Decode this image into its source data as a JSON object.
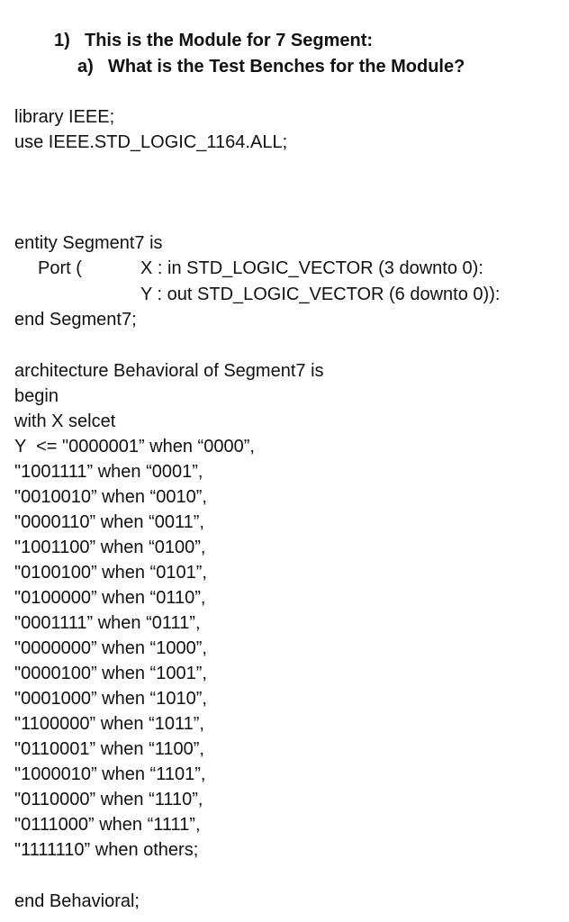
{
  "question": {
    "number": "1)",
    "title": "This is the Module for 7 Segment:",
    "sub_letter": "a)",
    "sub_title": "What is the Test Benches for the Module?"
  },
  "code": {
    "library": "library IEEE;",
    "use": "use IEEE.STD_LOGIC_1164.ALL;",
    "entity_open": "entity Segment7 is",
    "port_label": "Port (",
    "port_x": "X : in STD_LOGIC_VECTOR (3 downto 0):",
    "port_y": "Y : out STD_LOGIC_VECTOR (6 downto 0)):",
    "entity_close": "end Segment7;",
    "arch_open": "architecture Behavioral of Segment7 is",
    "begin": "begin",
    "with_select": "with X selcet",
    "assign_lines": [
      "Y  <= \"0000001” when “0000”,",
      "\"1001111” when “0001”,",
      "\"0010010” when “0010”,",
      "\"0000110” when “0011”,",
      "\"1001100” when “0100”,",
      "\"0100100” when “0101”,",
      "\"0100000” when “0110”,",
      "\"0001111” when “0111”,",
      "\"0000000” when “1000”,",
      "\"0000100” when “1001”,",
      "\"0001000” when “1010”,",
      "\"1100000” when “1011”,",
      "\"0110001” when “1100”,",
      "\"1000010” when “1101”,",
      "\"0110000” when “1110”,",
      "\"0111000” when “1111”,",
      "\"1111110” when others;"
    ],
    "arch_close": "end Behavioral;"
  }
}
